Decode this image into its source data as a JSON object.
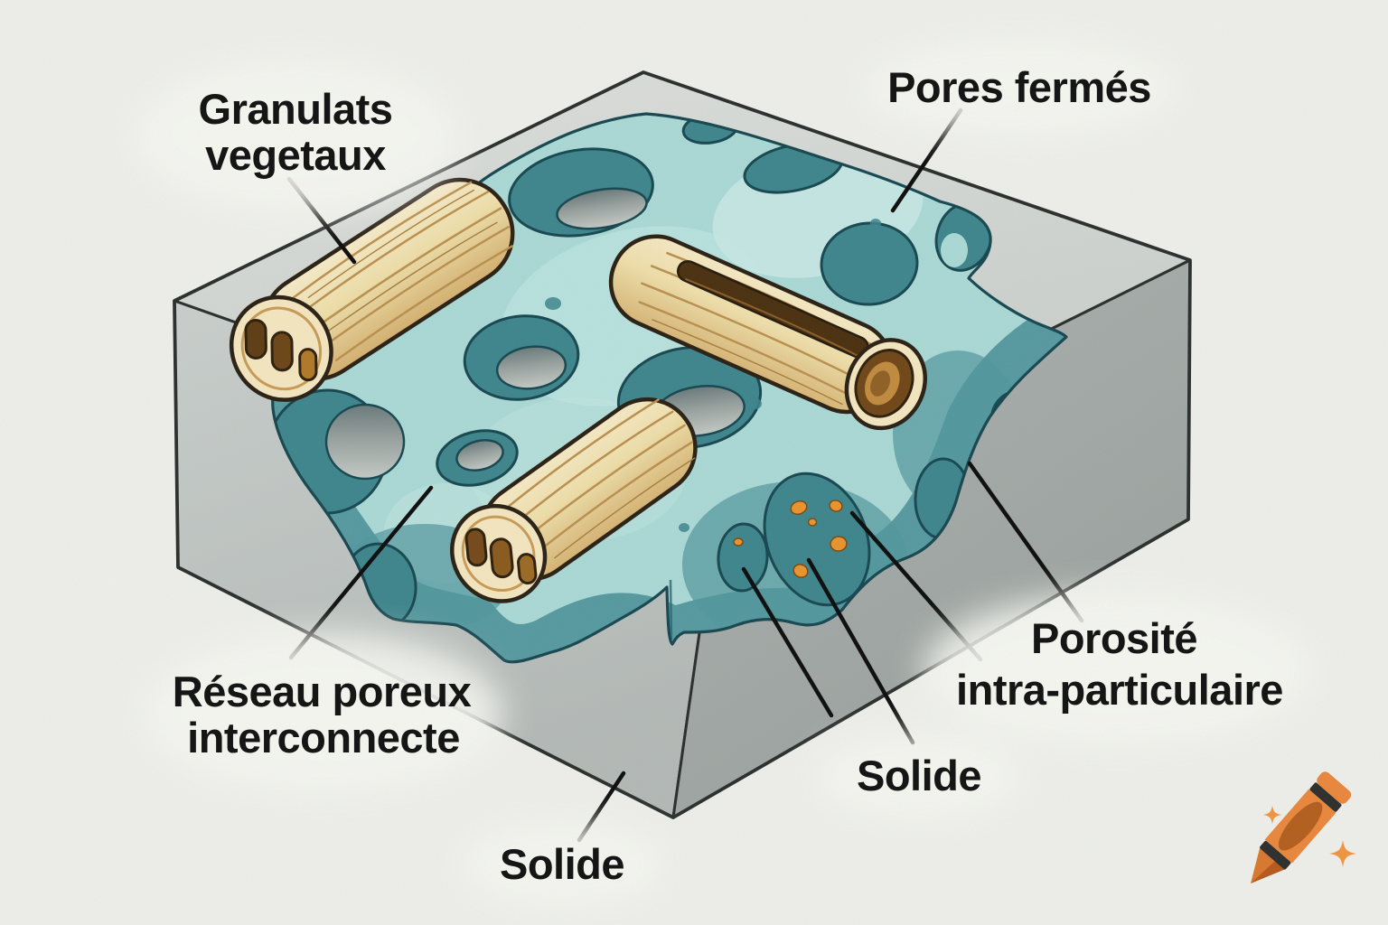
{
  "diagram": {
    "labels": {
      "granulats_line1": "Granulats",
      "granulats_line2": "vegetaux",
      "pores_fermes": "Pores fermés",
      "reseau_line1": "Réseau poreux",
      "reseau_line2": "interconnecte",
      "porosite_line1": "Porosité",
      "porosite_line2": "intra-particulaire",
      "solide_right": "Solide",
      "solide_bottom": "Solide"
    }
  },
  "icons": {
    "watermark": "crayon-icon",
    "sparkle": "sparkle-icon"
  },
  "colors": {
    "background": "#EDEEE9",
    "block_top_light": "#DBDEDA",
    "block_top_dark": "#C8CDC9",
    "block_left_light": "#C8CECB",
    "block_left_dark": "#B2B8B5",
    "block_right_light": "#ACB2AF",
    "block_right_dark": "#99A09D",
    "edge": "#2A2E2D",
    "teal_light": "#A9D8D4",
    "teal_lighter": "#C5E7E3",
    "teal_dark": "#51969C",
    "pore_fill": "#3E858C",
    "pore_outline": "#174750",
    "hole_shadow": "#69797A",
    "hole_gray": "#C4C9C5",
    "wood_light": "#F5EAC8",
    "wood_mid": "#EDDDA8",
    "wood_dark": "#D3AF6E",
    "wood_stria": "#B9904F",
    "wood_outline": "#2A2014",
    "cap_face": "#F2E5BE",
    "hole_brown": "#6B4517",
    "hole_amber": "#B07828",
    "speck_orange": "#E8932F",
    "label_text": "#111111",
    "leader_line": "#0D0D0D",
    "crayon_orange": "#E8863C",
    "crayon_tip": "#D9772E",
    "crayon_tip_shade": "#AF5418",
    "crayon_center": "#B25E1D",
    "crayon_band": "#2D2D2B",
    "sparkle": "#EF9440"
  }
}
